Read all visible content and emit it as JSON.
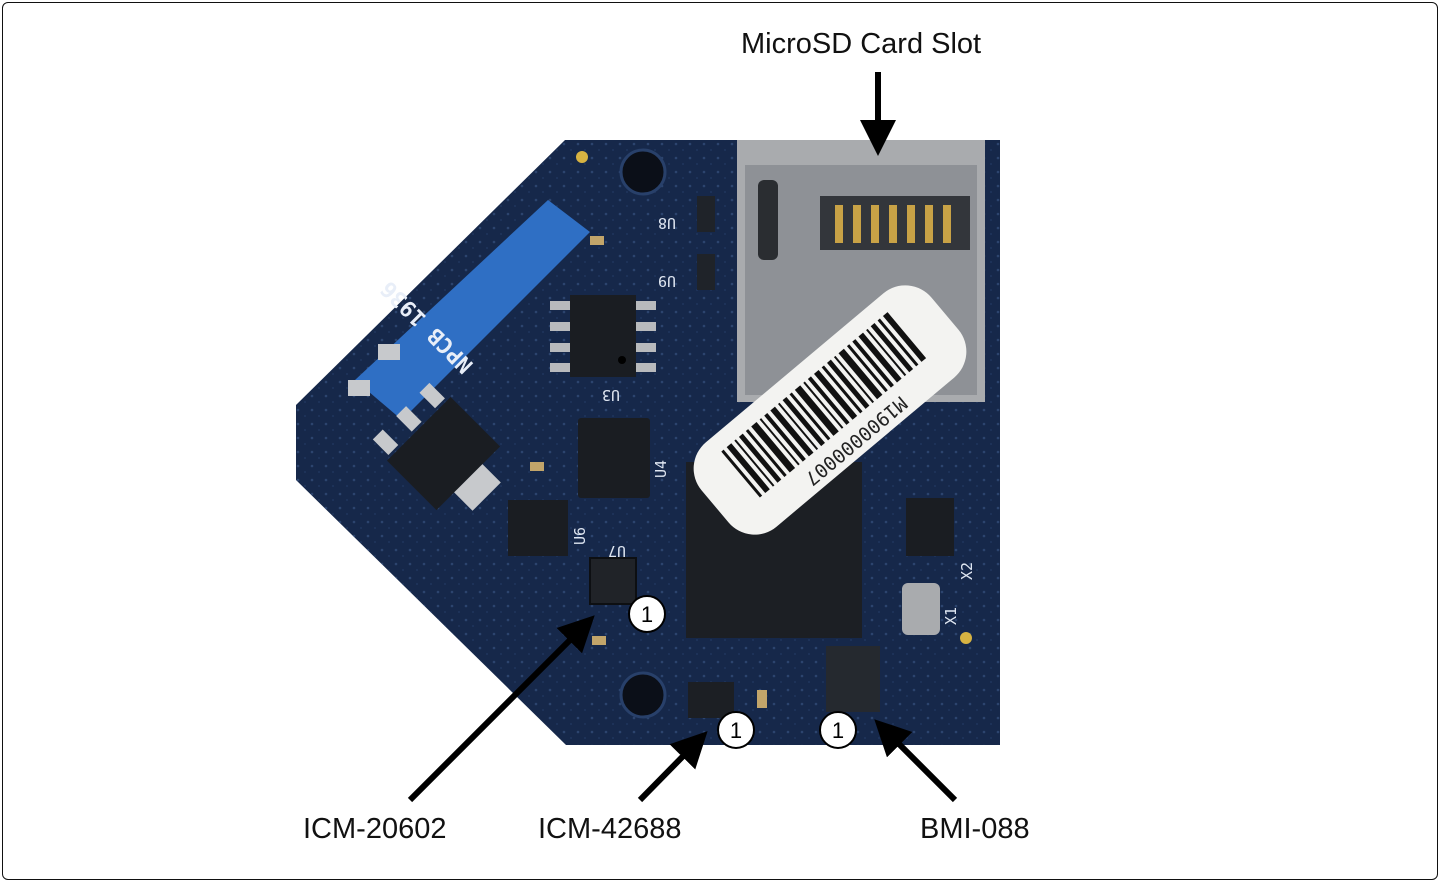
{
  "callouts": {
    "microsd": "MicroSD Card Slot",
    "icm20602": "ICM-20602",
    "icm42688": "ICM-42688",
    "bmi088": "BMI-088"
  },
  "pin1_marker": "1",
  "board": {
    "silkscreen_name": "NPCB 1936",
    "barcode_text": "M1900000007",
    "refdes": [
      "U8",
      "U9",
      "U3",
      "U4",
      "U6",
      "U7",
      "X1",
      "X2"
    ]
  },
  "colors": {
    "pcb": "#16284a",
    "copper_blue": "#2f6fc4",
    "chip": "#1a1d22",
    "metal": "#a9abae",
    "label": "#f3f3f1",
    "arrow": "#000000"
  }
}
